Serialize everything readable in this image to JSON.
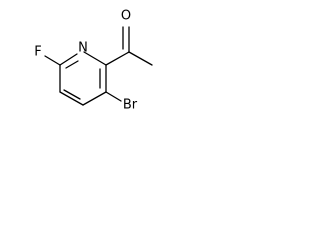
{
  "molecule": {
    "atoms": {
      "nitrogen": "N",
      "oxygen": "O",
      "fluorine": "F",
      "bromine": "Br"
    }
  }
}
